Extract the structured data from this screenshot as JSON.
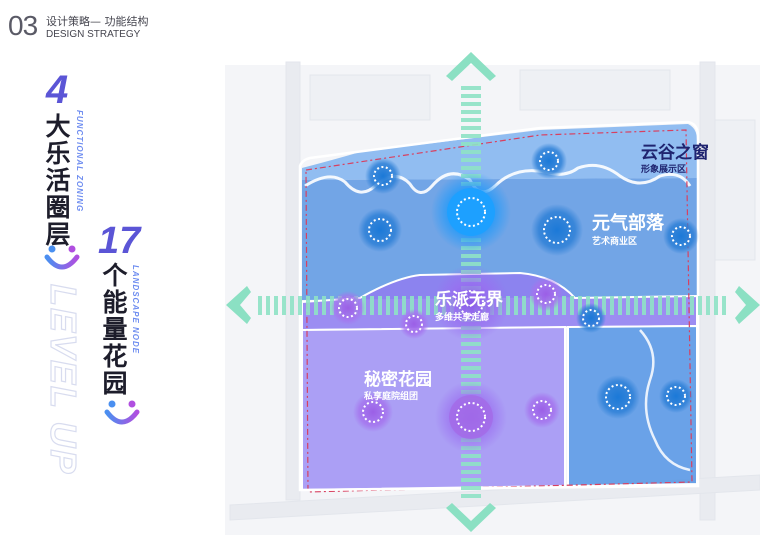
{
  "header": {
    "number": "03",
    "title_cn": "设计策略— 功能结构",
    "title_en": "DESIGN STRATEGY"
  },
  "left_panel": {
    "big_number_1": "4",
    "label_1": "大乐活圈层",
    "sub_1": "FUNCTIONAL ZONING",
    "big_number_2": "17",
    "label_2": "个能量花园",
    "sub_2": "LANDSCAPE NODE",
    "watermark": "LEVEL UP"
  },
  "zones": [
    {
      "name": "云谷之窗",
      "sub": "形象展示区"
    },
    {
      "name": "元气部落",
      "sub": "艺术商业区"
    },
    {
      "name": "乐派无界",
      "sub": "多维共享走廊"
    },
    {
      "name": "秘密花园",
      "sub": "私享庭院组团"
    }
  ],
  "colors": {
    "accent_purple": "#5b55d6",
    "zone_blue": "#4f8fde",
    "zone_purple": "#8f7ef0",
    "arrow_green": "#8be0c3",
    "label_navy": "#1f2470"
  }
}
